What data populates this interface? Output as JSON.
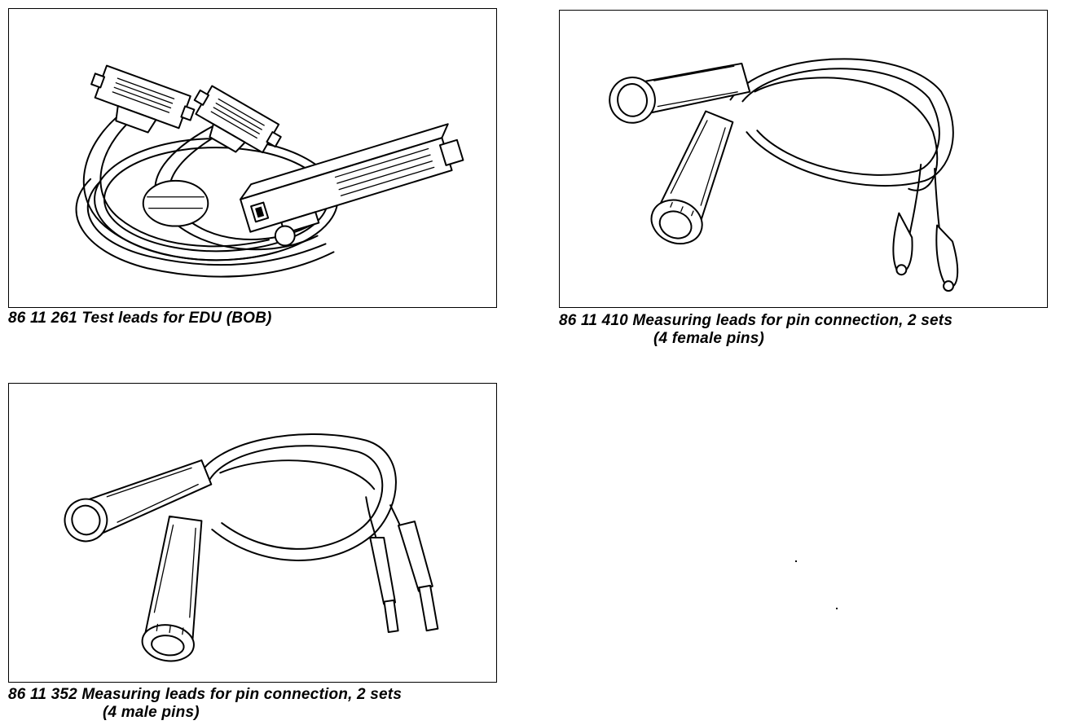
{
  "figures": [
    {
      "caption": "86 11 261 Test leads for EDU (BOB)",
      "illustration": "test-leads-edu-bob"
    },
    {
      "caption_line1": "86 11 410 Measuring leads for pin connection, 2 sets",
      "caption_line2": "(4 female pins)",
      "illustration": "measuring-leads-female-pins"
    },
    {
      "caption_line1": "86 11 352 Measuring leads for pin connection, 2 sets",
      "caption_line2": "(4 male pins)",
      "illustration": "measuring-leads-male-pins"
    }
  ]
}
